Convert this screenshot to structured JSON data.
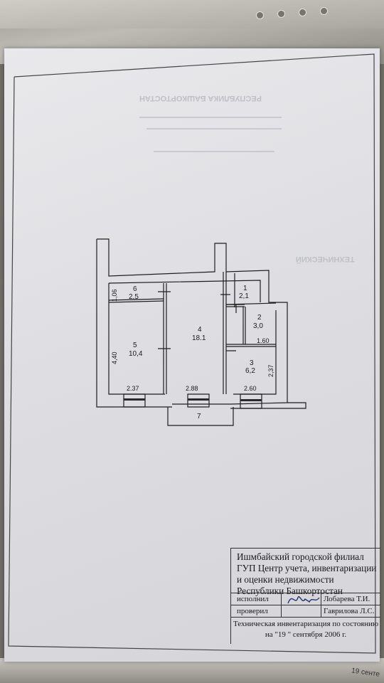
{
  "rooms": [
    {
      "num": "1",
      "area": "2,1"
    },
    {
      "num": "2",
      "area": "3,0"
    },
    {
      "num": "3",
      "area": "6,2"
    },
    {
      "num": "4",
      "area": "18.1"
    },
    {
      "num": "5",
      "area": "10,4"
    },
    {
      "num": "6",
      "area": "2,5"
    },
    {
      "num": "7",
      "area": ""
    }
  ],
  "dimensions": {
    "room6_height": "1,06",
    "room5_height": "4,40",
    "room5_width": "2.37",
    "room4_width": "2.88",
    "room3_width": "2.60",
    "room3_height": "2,37",
    "room2_width": "1.60"
  },
  "ghost_text": {
    "republic": "РЕСПУБЛИКА БАШКОРТОСТАН",
    "technical": "ТЕХНИЧЕСКИЙ"
  },
  "stamp": {
    "org_line1": "Ишмбайский городской филиал",
    "org_line2": "ГУП Центр учета, инвентаризации",
    "org_line3": "и оценки недвижимости",
    "org_line4": "Республики Башкортостан",
    "executed_label": "исполнил",
    "executed_name": "Лобарева Т.И.",
    "checked_label": "проверил",
    "checked_name": "Гаврилова Л.С.",
    "inventory_line1": "Техническая инвентаризация по состоянию",
    "inventory_line2": "на  \"19 \" сентября   2006 г."
  },
  "corner_note": "19 сенте"
}
